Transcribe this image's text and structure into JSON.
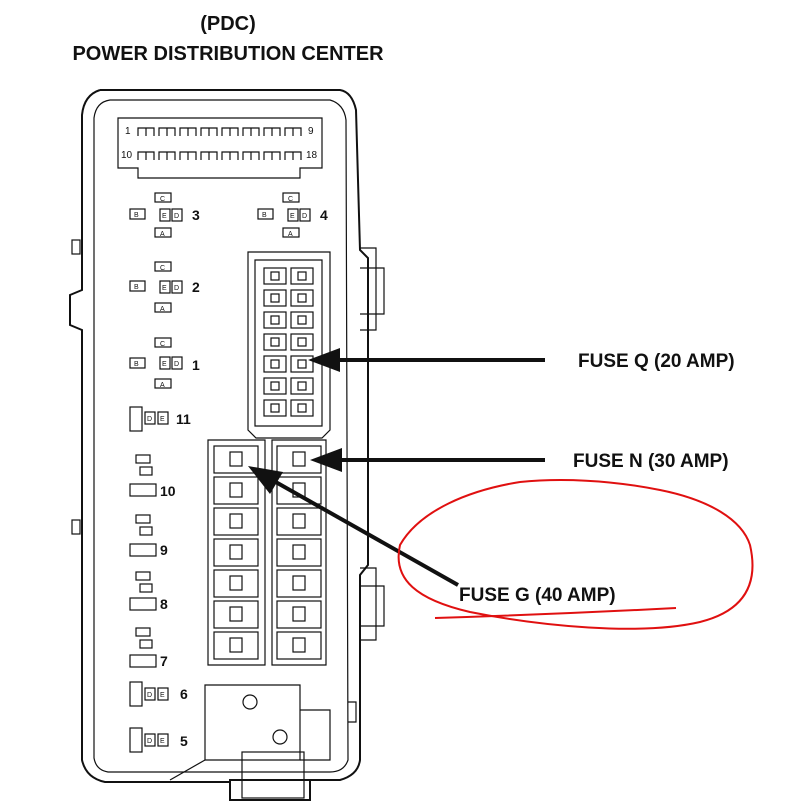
{
  "header": {
    "line1": "(PDC)",
    "line2": "POWER DISTRIBUTION CENTER"
  },
  "connector": {
    "top_left_pin": "1",
    "top_right_pin": "9",
    "bottom_left_pin": "10",
    "bottom_right_pin": "18"
  },
  "relays": [
    {
      "number": "3"
    },
    {
      "number": "4"
    },
    {
      "number": "2"
    },
    {
      "number": "1"
    },
    {
      "number": "11"
    },
    {
      "number": "10"
    },
    {
      "number": "9"
    },
    {
      "number": "8"
    },
    {
      "number": "7"
    },
    {
      "number": "6"
    },
    {
      "number": "5"
    }
  ],
  "relay_pins": {
    "a": "A",
    "b": "B",
    "c": "C",
    "d": "D",
    "e": "E"
  },
  "callouts": {
    "fuse_q": "FUSE Q (20 AMP)",
    "fuse_n": "FUSE N (30 AMP)",
    "fuse_g": "FUSE G (40 AMP)"
  },
  "annotation": {
    "color": "#e01010",
    "highlight": "fuse_g"
  }
}
